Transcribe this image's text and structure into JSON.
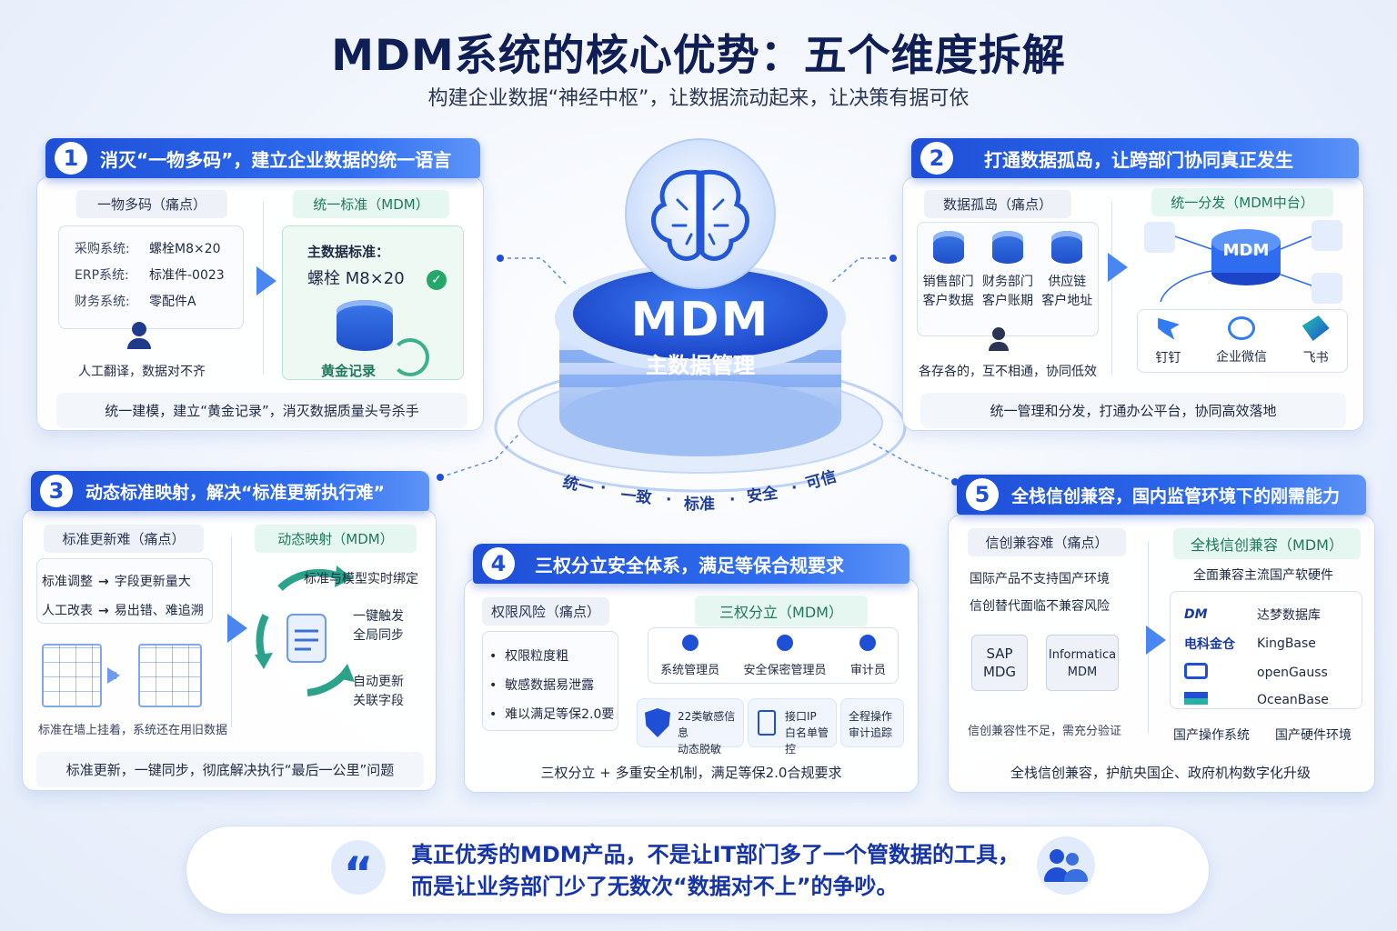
{
  "header": {
    "title": "MDM系统的核心优势：五个维度拆解",
    "subtitle": "构建企业数据“神经中枢”，让数据流动起来，让决策有据可依"
  },
  "center": {
    "big": "MDM",
    "sub": "主数据管理",
    "ring_words": [
      "统一",
      "·",
      "一致",
      "·",
      "标准",
      "·",
      "安全",
      "·",
      "可信"
    ]
  },
  "card1": {
    "num": "1",
    "title": "消灭“一物多码”，建立企业数据的统一语言",
    "pain": "一物多码（痛点）",
    "mdm": "统一标准（MDM）",
    "rows": [
      {
        "k": "采购系统:",
        "v": "螺栓M8×20"
      },
      {
        "k": "ERP系统:",
        "v": "标准件-0023"
      },
      {
        "k": "财务系统:",
        "v": "零配件A"
      }
    ],
    "person_note": "人工翻译，数据对不齐",
    "std_label": "主数据标准：",
    "std_value": "螺栓  M8×20",
    "golden": "黄金记录",
    "footer": "统一建模，建立“黄金记录”，消灭数据质量头号杀手"
  },
  "card2": {
    "num": "2",
    "title": "打通数据孤岛，让跨部门协同真正发生",
    "pain": "数据孤岛（痛点）",
    "mdm": "统一分发（MDM中台）",
    "dbs": [
      {
        "l1": "销售部门",
        "l2": "客户数据"
      },
      {
        "l1": "财务部门",
        "l2": "客户账期"
      },
      {
        "l1": "供应链",
        "l2": "客户地址"
      }
    ],
    "note": "各存各的，互不相通，协同低效",
    "hub": "MDM",
    "apps": [
      "钉钉",
      "企业微信",
      "飞书"
    ],
    "footer": "统一管理和分发，打通办公平台，协同高效落地"
  },
  "card3": {
    "num": "3",
    "title": "动态标准映射，解决“标准更新执行难”",
    "pain": "标准更新难（痛点）",
    "mdm": "动态映射（MDM）",
    "rows": [
      {
        "a": "标准调整",
        "b": "字段更新量大"
      },
      {
        "a": "人工改表",
        "b": "易出错、难追溯"
      }
    ],
    "cycle": [
      "标准与模型实时绑定",
      "一键触发\n全局同步",
      "自动更新\n关联字段"
    ],
    "note": "标准在墙上挂着，系统还在用旧数据",
    "footer": "标准更新，一键同步，彻底解决执行“最后一公里”问题"
  },
  "card4": {
    "num": "4",
    "title": "三权分立安全体系，满足等保合规要求",
    "pain": "权限风险（痛点）",
    "mdm": "三权分立（MDM）",
    "risks": [
      "权限粒度粗",
      "敏感数据易泄露",
      "难以满足等保2.0要"
    ],
    "roles": [
      "系统管理员",
      "安全保密管理员",
      "审计员"
    ],
    "features": [
      {
        "l1": "22类敏感信息",
        "l2": "动态脱敏"
      },
      {
        "l1": "接口IP",
        "l2": "白名单管控"
      },
      {
        "l1": "全程操作",
        "l2": "审计追踪"
      }
    ],
    "footer": "三权分立 + 多重安全机制，满足等保2.0合规要求"
  },
  "card5": {
    "num": "5",
    "title": "全栈信创兼容，国内监管环境下的刚需能力",
    "pain": "信创兼容难（痛点）",
    "mdm": "全栈信创兼容（MDM）",
    "issues": [
      "国际产品不支持国产环境",
      "信创替代面临不兼容风险"
    ],
    "legacy": [
      {
        "l1": "SAP",
        "l2": "MDG"
      },
      {
        "l1": "Informatica",
        "l2": "MDM"
      }
    ],
    "legacy_note": "信创兼容性不足，需充分验证",
    "full": "全面兼容主流国产软硬件",
    "vendors": [
      {
        "logo": "DM",
        "name": "达梦数据库"
      },
      {
        "logo": "电科金仓",
        "name": "KingBase"
      },
      {
        "logo": "",
        "name": "openGauss"
      },
      {
        "logo": "",
        "name": "OceanBase"
      }
    ],
    "tags": [
      "国产操作系统",
      "国产硬件环境"
    ],
    "footer": "全栈信创兼容，护航央国企、政府机构数字化升级"
  },
  "quote": {
    "line1": "真正优秀的MDM产品，不是让IT部门多了一个管数据的工具，",
    "line2": "而是让业务部门少了无数次“数据对不上”的争吵。"
  },
  "colors": {
    "primary": "#1f4fd5",
    "accent": "#2f6df0",
    "green": "#23a86a"
  }
}
